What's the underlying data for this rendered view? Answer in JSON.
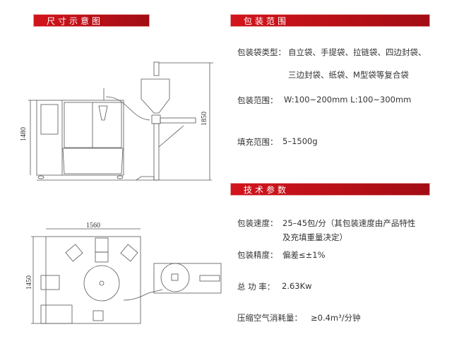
{
  "headers": {
    "dimensions": "尺寸示意图",
    "packing_range": "包装范围",
    "tech_params": "技术参数"
  },
  "packing": {
    "bag_types_label": "包装袋类型：",
    "bag_types_line1": "自立袋、手提袋、拉链袋、四边封袋、",
    "bag_types_line2": "三边封袋、纸袋、M型袋等复合袋",
    "range_label": "包装范围：",
    "range_value": "W:100~200mm  L:100~300mm",
    "fill_label": "填充范围：",
    "fill_value": "5–1500g"
  },
  "tech": {
    "speed_label": "包装速度：",
    "speed_value_line1": "25–45包/分（其包装速度由产品特性",
    "speed_value_line2": "及充填重量决定）",
    "accuracy_label": "包装精度：",
    "accuracy_value": "偏差≤±1%",
    "power_label": "总 功 率：",
    "power_value": "2.63Kw",
    "air_label": "压缩空气消耗量：",
    "air_value": "≥0.4m³/分钟"
  },
  "diagram": {
    "side_height_cabinet": "1480",
    "side_height_total": "1850",
    "top_width": "1560",
    "top_depth": "1450"
  },
  "colors": {
    "accent": "#c8121a"
  }
}
